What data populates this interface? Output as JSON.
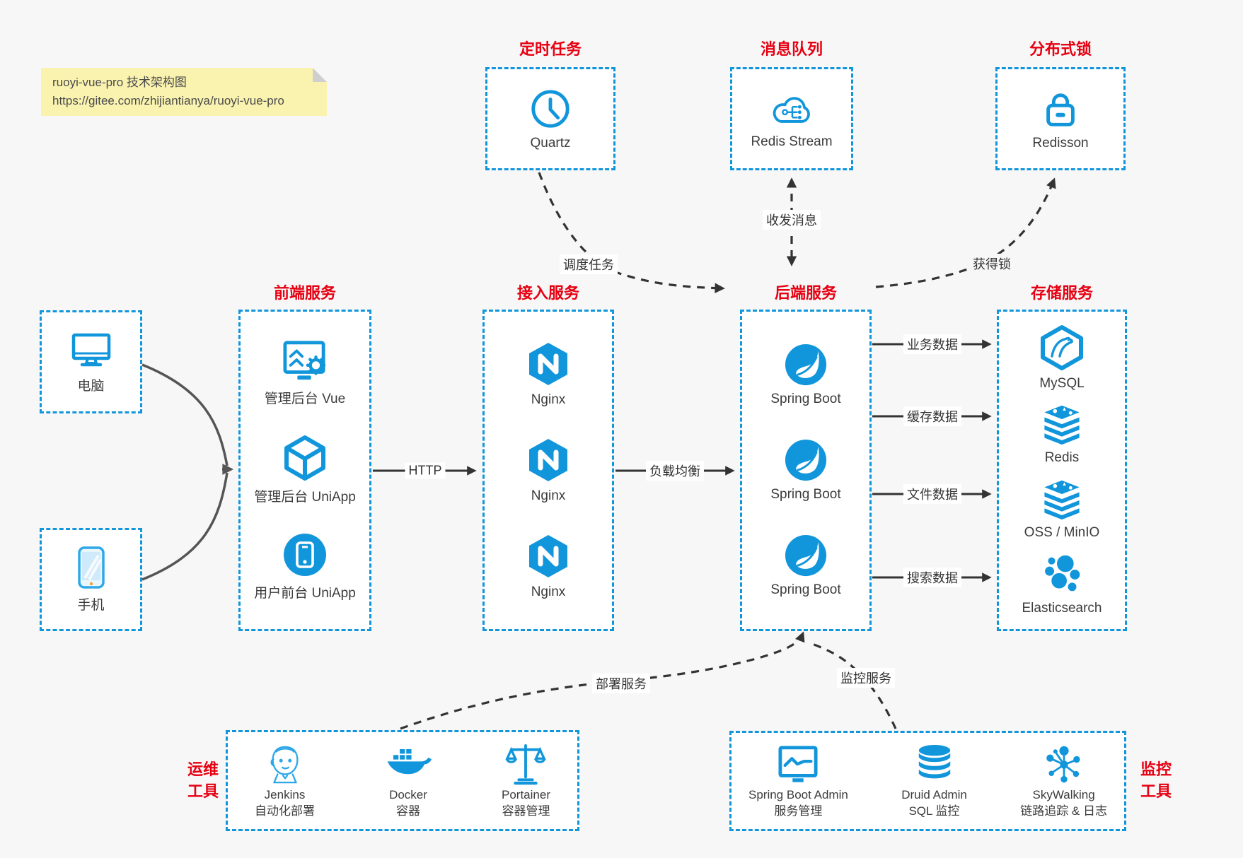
{
  "note": {
    "line1": "ruoyi-vue-pro 技术架构图",
    "line2": "https://gitee.com/zhijiantianya/ruoyi-vue-pro"
  },
  "colors": {
    "accent_blue": "#1296db",
    "title_red": "#e60012",
    "note_bg": "#faf3b0",
    "page_bg": "#f7f7f7",
    "arrow_dark": "#333333",
    "arrow_gray": "#555555"
  },
  "top_groups": [
    {
      "title": "定时任务",
      "item": {
        "icon": "clock-icon",
        "label": "Quartz"
      }
    },
    {
      "title": "消息队列",
      "item": {
        "icon": "cloud-network-icon",
        "label": "Redis Stream"
      }
    },
    {
      "title": "分布式锁",
      "item": {
        "icon": "lock-icon",
        "label": "Redisson"
      }
    }
  ],
  "clients": [
    {
      "icon": "desktop-icon",
      "label": "电脑"
    },
    {
      "icon": "smartphone-icon",
      "label": "手机"
    }
  ],
  "columns": [
    {
      "title": "前端服务",
      "items": [
        {
          "icon": "admin-vue-icon",
          "label": "管理后台 Vue"
        },
        {
          "icon": "uniapp-cube-icon",
          "label": "管理后台 UniApp"
        },
        {
          "icon": "user-uniapp-icon",
          "label": "用户前台 UniApp"
        }
      ]
    },
    {
      "title": "接入服务",
      "items": [
        {
          "icon": "nginx-icon",
          "label": "Nginx"
        },
        {
          "icon": "nginx-icon",
          "label": "Nginx"
        },
        {
          "icon": "nginx-icon",
          "label": "Nginx"
        }
      ]
    },
    {
      "title": "后端服务",
      "items": [
        {
          "icon": "spring-boot-icon",
          "label": "Spring Boot"
        },
        {
          "icon": "spring-boot-icon",
          "label": "Spring Boot"
        },
        {
          "icon": "spring-boot-icon",
          "label": "Spring Boot"
        }
      ]
    },
    {
      "title": "存储服务",
      "items": [
        {
          "icon": "mysql-icon",
          "label": "MySQL"
        },
        {
          "icon": "redis-stack-icon",
          "label": "Redis"
        },
        {
          "icon": "redis-stack-icon",
          "label": "OSS / MinIO"
        },
        {
          "icon": "elasticsearch-icon",
          "label": "Elasticsearch"
        }
      ]
    }
  ],
  "bottom_groups": [
    {
      "side": [
        "运维",
        "工具"
      ],
      "items": [
        {
          "icon": "jenkins-icon",
          "line1": "Jenkins",
          "line2": "自动化部署"
        },
        {
          "icon": "docker-icon",
          "line1": "Docker",
          "line2": "容器"
        },
        {
          "icon": "portainer-icon",
          "line1": "Portainer",
          "line2": "容器管理"
        }
      ]
    },
    {
      "side": [
        "监控",
        "工具"
      ],
      "items": [
        {
          "icon": "spring-admin-icon",
          "line1": "Spring Boot Admin",
          "line2": "服务管理"
        },
        {
          "icon": "druid-icon",
          "line1": "Druid Admin",
          "line2": "SQL 监控"
        },
        {
          "icon": "skywalking-icon",
          "line1": "SkyWalking",
          "line2": "链路追踪 & 日志"
        }
      ]
    }
  ],
  "edges": {
    "http": "HTTP",
    "load_balancing": "负载均衡",
    "schedule_job": "调度任务",
    "send_receive_message": "收发消息",
    "acquire_lock": "获得锁",
    "business_data": "业务数据",
    "cache_data": "缓存数据",
    "file_data": "文件数据",
    "search_data": "搜索数据",
    "deploy_service": "部署服务",
    "monitor_service": "监控服务"
  }
}
